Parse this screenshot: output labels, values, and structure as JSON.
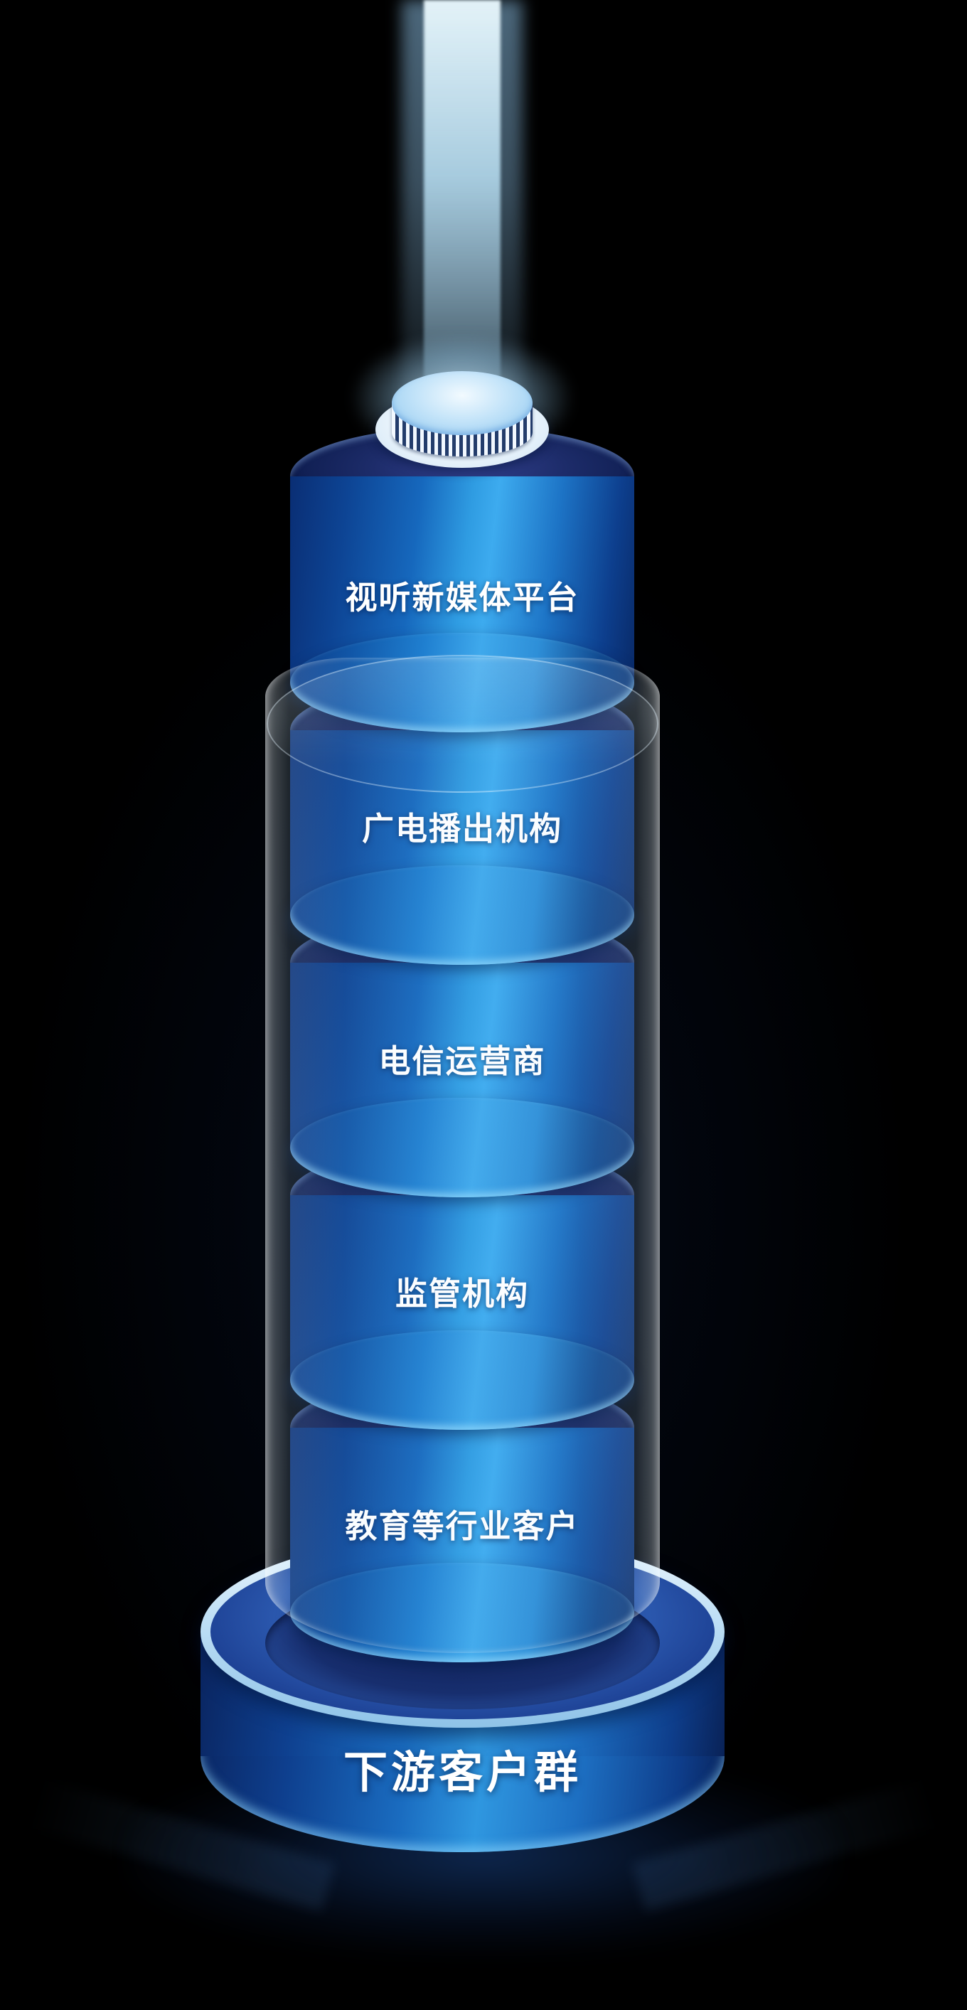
{
  "diagram": {
    "type": "stacked-cylinder-tower",
    "segments": [
      {
        "label": "视听新媒体平台"
      },
      {
        "label": "广电播出机构"
      },
      {
        "label": "电信运营商"
      },
      {
        "label": "监管机构"
      },
      {
        "label": "教育等行业客户"
      }
    ],
    "base_label": "下游客户群",
    "colors": {
      "background": "#000000",
      "cylinder_bright": "#3fa9ec",
      "cylinder_dark": "#0a2e74",
      "top_face_dark": "#0d1c4c",
      "base_rim_light": "#c0e0f6",
      "beam_light": "#c3ebff",
      "label_text": "#ffffff"
    }
  }
}
